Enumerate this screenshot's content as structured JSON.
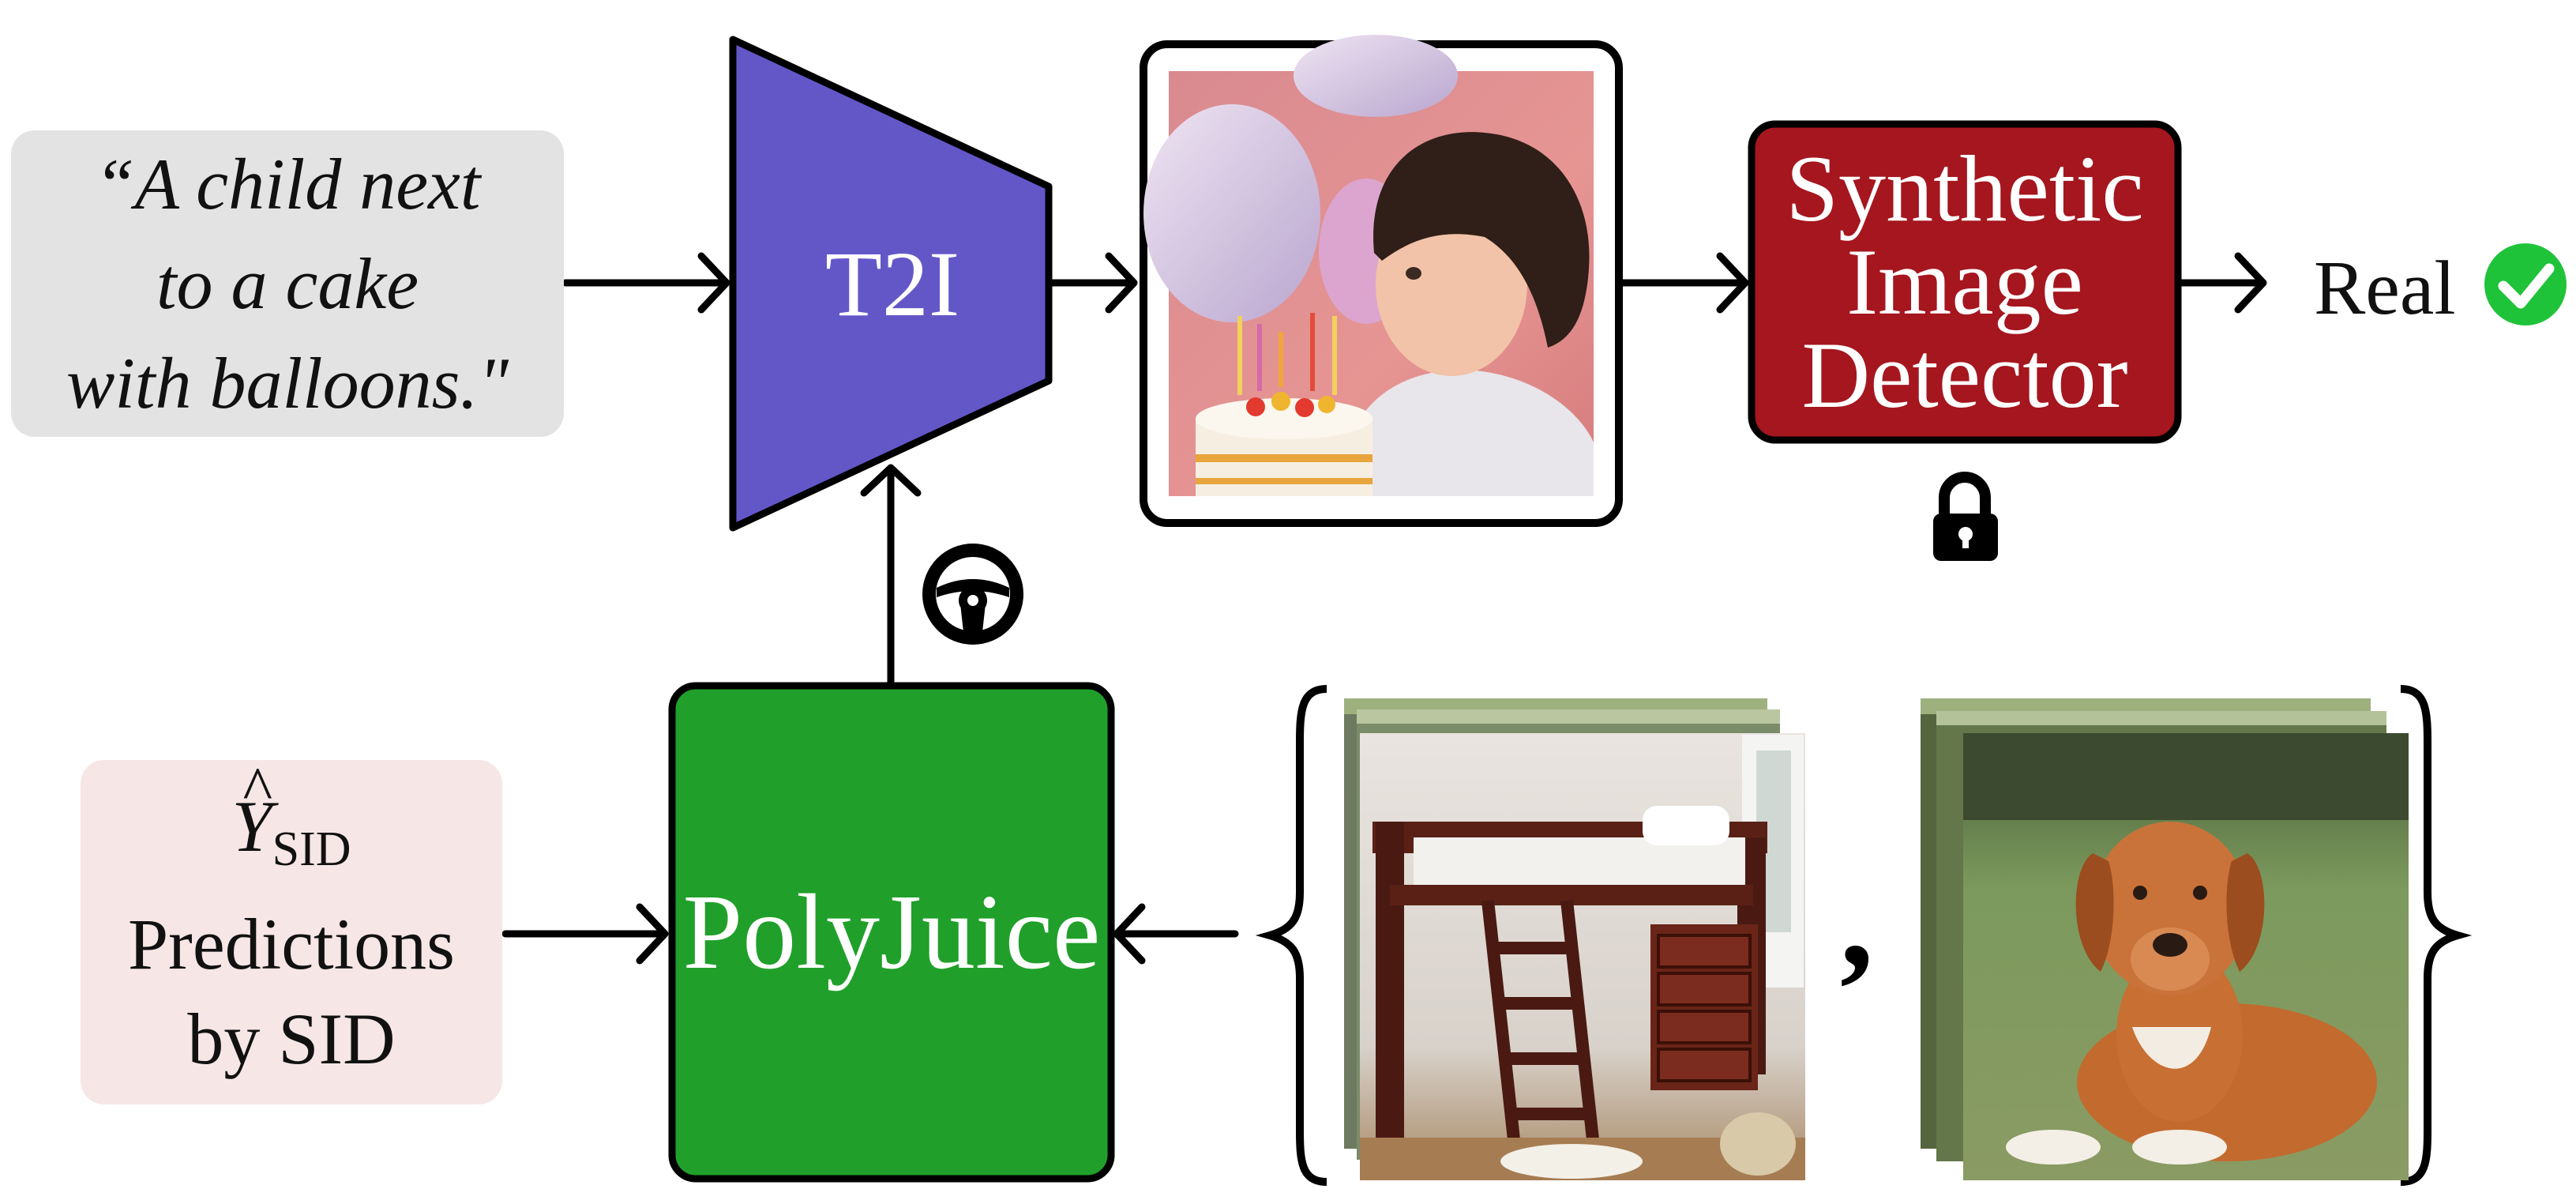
{
  "diagram": {
    "prompt_text": [
      "“A child next",
      "to a cake",
      "with balloons.\""
    ],
    "t2i_label": "T2I",
    "detector_label": [
      "Synthetic",
      "Image",
      "Detector"
    ],
    "output_label": "Real",
    "polyjuice_label": "PolyJuice",
    "predictions": {
      "symbol": "Y",
      "hat": "^",
      "subscript": "SID",
      "lines": [
        "Predictions",
        "by SID"
      ]
    },
    "set_separator": ",",
    "icons": {
      "steering": "steering-wheel-icon",
      "lock": "lock-icon",
      "check": "check-circle-icon"
    },
    "colors": {
      "t2i": "#6357c8",
      "detector": "#a5161e",
      "polyjuice": "#20a02a",
      "check": "#1fc33a",
      "prompt_bg": "#e3e3e3",
      "pred_bg": "#f7e6e6"
    }
  }
}
